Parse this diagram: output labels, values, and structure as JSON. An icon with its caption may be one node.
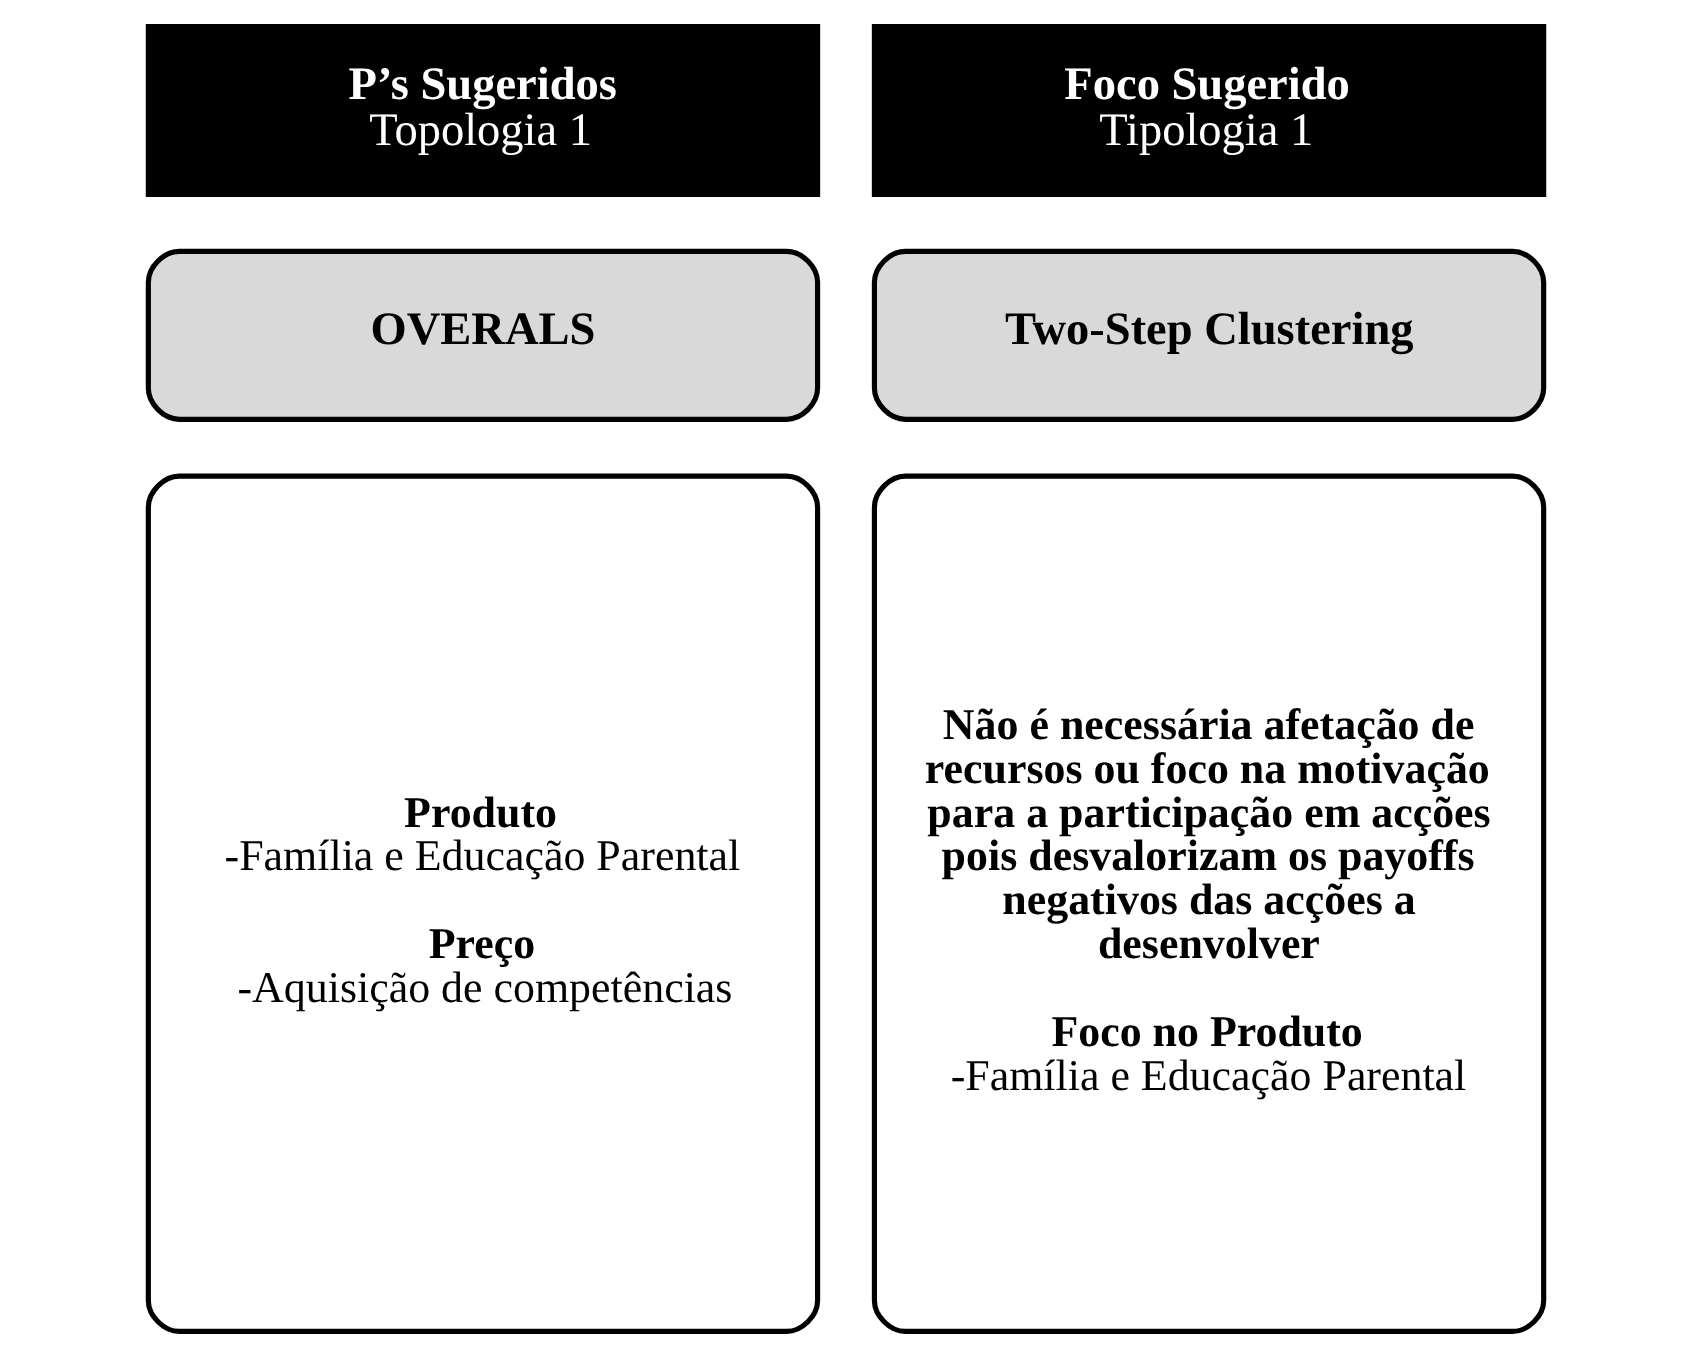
{
  "diagram": {
    "nodes": [
      {
        "text": [
          "P’s Sugeridos",
          "Topologia 1"
        ]
      },
      {
        "text": [
          "OVERALS"
        ]
      },
      {
        "text": [
          "Produto",
          "-Família e Educação Parental",
          "Preço",
          "-Aquisição de competências"
        ]
      },
      {
        "text": [
          "Foco Sugerido",
          "Tipologia 1"
        ]
      },
      {
        "text": [
          "Two-Step Clustering"
        ]
      },
      {
        "text": [
          "Não é necessária afetação de recursos ou foco na motivação para a participação em acções pois desvalorizam os payoffs negativos das acções a desenvolver",
          "Foco no Produto",
          "-Família e Educação Parental"
        ]
      }
    ]
  }
}
